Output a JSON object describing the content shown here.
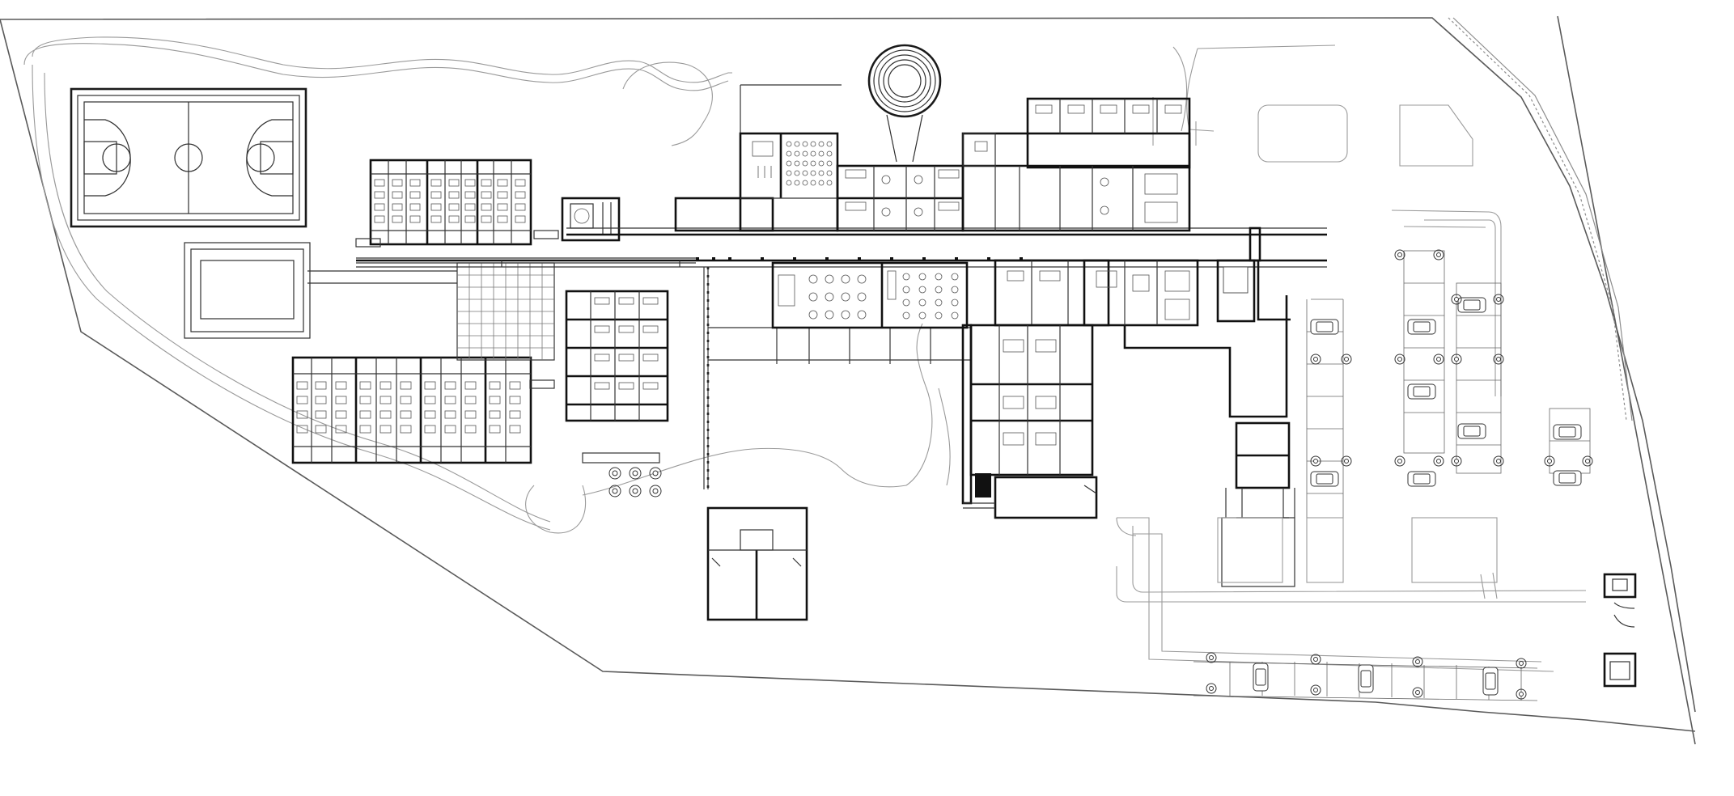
{
  "image": {
    "background": "#ffffff",
    "line_color": "#111111"
  },
  "elements": {
    "basketball_court": {
      "icon": "basketball-court"
    },
    "tennis_court": {
      "icon": "rectangular-court"
    },
    "amphitheater": {
      "icon": "circular-amphitheater"
    },
    "dormitory_blocks": {
      "count": 2
    },
    "parking_bays": {
      "icon": "car-parking"
    }
  }
}
